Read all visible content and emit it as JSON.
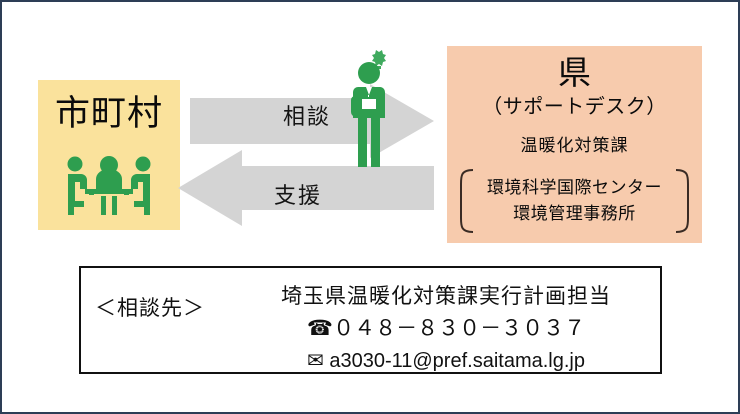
{
  "diagram": {
    "title_alt": "市町村と県の相談・支援関係図",
    "colors": {
      "frame_border": "#2d3e56",
      "municipality_bg": "#fae29c",
      "prefecture_bg": "#f7cbad",
      "arrow_fill": "#d4d4d4",
      "icon_green": "#2e9e4f",
      "text_black": "#0b0b0b"
    },
    "municipality": {
      "label": "市町村",
      "icon": "meeting-people-icon"
    },
    "arrows": [
      {
        "name": "consultation-arrow",
        "label": "相談",
        "direction": "right"
      },
      {
        "name": "support-arrow",
        "label": "支援",
        "direction": "left"
      }
    ],
    "person": {
      "icon": "businessperson-idea-icon"
    },
    "prefecture": {
      "title": "県",
      "subtitle": "（サポートデスク）",
      "department": "温暖化対策課",
      "bracket_lines": [
        "環境科学国際センター",
        "環境管理事務所"
      ]
    },
    "contact": {
      "label": "＜相談先＞",
      "office": "埼玉県温暖化対策課実行計画担当",
      "tel_icon": "☎",
      "tel": "０４８－８３０－３０３７",
      "mail_icon": "✉",
      "email": "a3030-11@pref.saitama.lg.jp"
    }
  }
}
